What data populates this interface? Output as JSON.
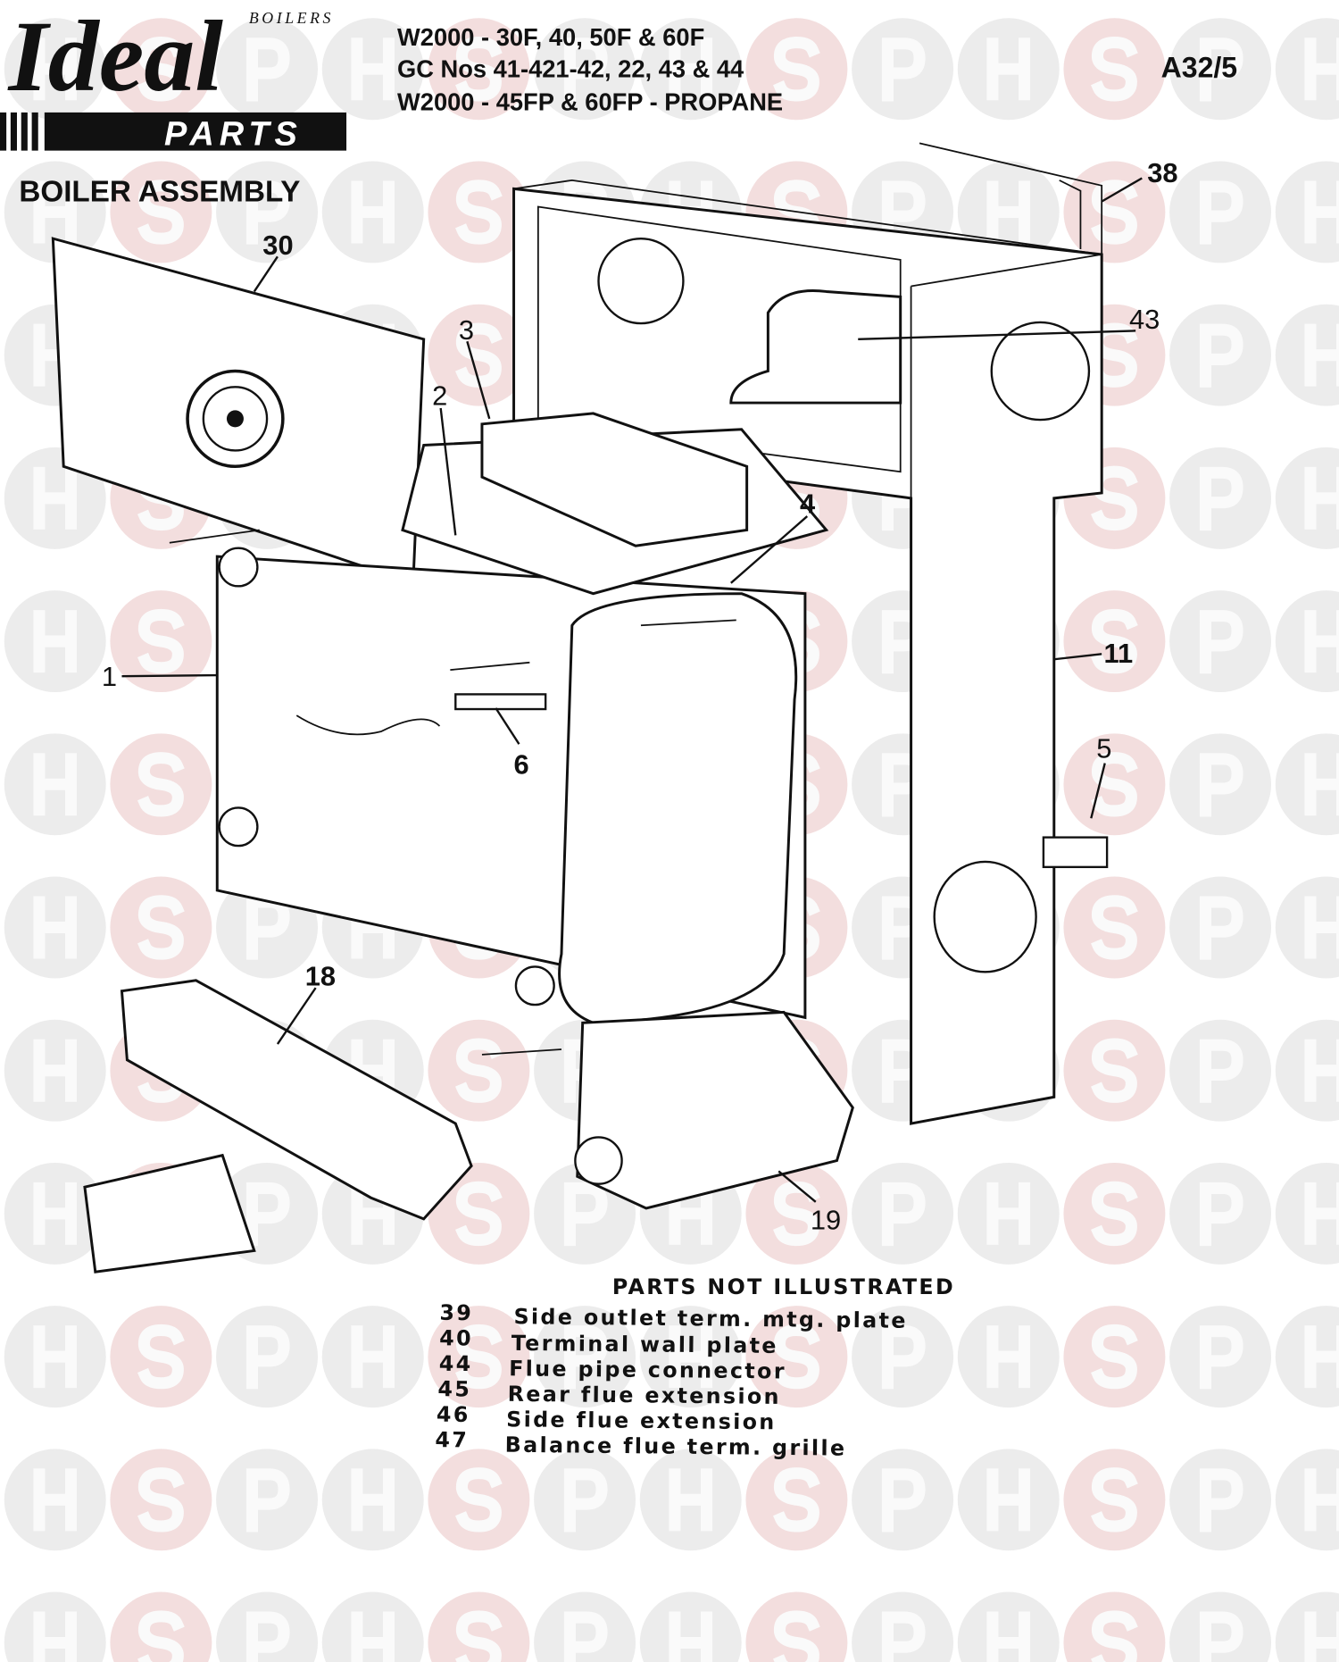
{
  "logo": {
    "brand": "Ideal",
    "sub": "BOILERS",
    "parts": "PARTS"
  },
  "header": {
    "models_line1": "W2000 - 30F, 40, 50F & 60F",
    "models_line2": "GC Nos 41-421-42, 22, 43 & 44",
    "models_line3": "W2000 - 45FP & 60FP - PROPANE",
    "ref": "A32/5",
    "title": "BOILER ASSEMBLY"
  },
  "watermark": {
    "letters": [
      "H",
      "S",
      "P"
    ],
    "colors": {
      "circle": "#ececec",
      "s_circle": "#f3dede"
    }
  },
  "callouts": {
    "c38": "38",
    "c30": "30",
    "c43": "43",
    "c3": "3",
    "c2": "2",
    "c4": "4",
    "c1": "1",
    "c11": "11",
    "c6": "6",
    "c5": "5",
    "c18": "18",
    "c19": "19"
  },
  "parts_not_illustrated": {
    "heading": "PARTS NOT ILLUSTRATED",
    "items": [
      {
        "num": "39",
        "desc": "Side outlet term. mtg. plate"
      },
      {
        "num": "40",
        "desc": "Terminal wall plate"
      },
      {
        "num": "44",
        "desc": "Flue pipe connector"
      },
      {
        "num": "45",
        "desc": "Rear flue extension"
      },
      {
        "num": "46",
        "desc": "Side flue extension"
      },
      {
        "num": "47",
        "desc": "Balance flue term. grille"
      }
    ]
  }
}
